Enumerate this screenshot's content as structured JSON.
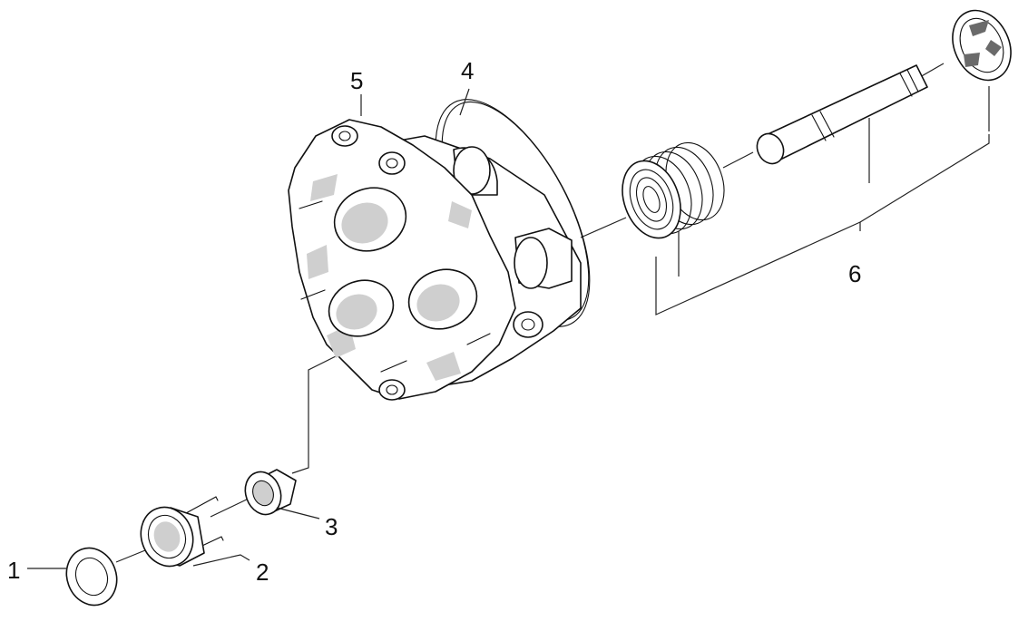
{
  "diagram": {
    "kind": "exploded parts drawing",
    "background": "#ffffff",
    "line_color": "#111111",
    "callouts": [
      {
        "id": "c1",
        "label": "1"
      },
      {
        "id": "c2",
        "label": "2"
      },
      {
        "id": "c3",
        "label": "3"
      },
      {
        "id": "c4",
        "label": "4"
      },
      {
        "id": "c5",
        "label": "5"
      },
      {
        "id": "c6",
        "label": "6"
      }
    ]
  }
}
